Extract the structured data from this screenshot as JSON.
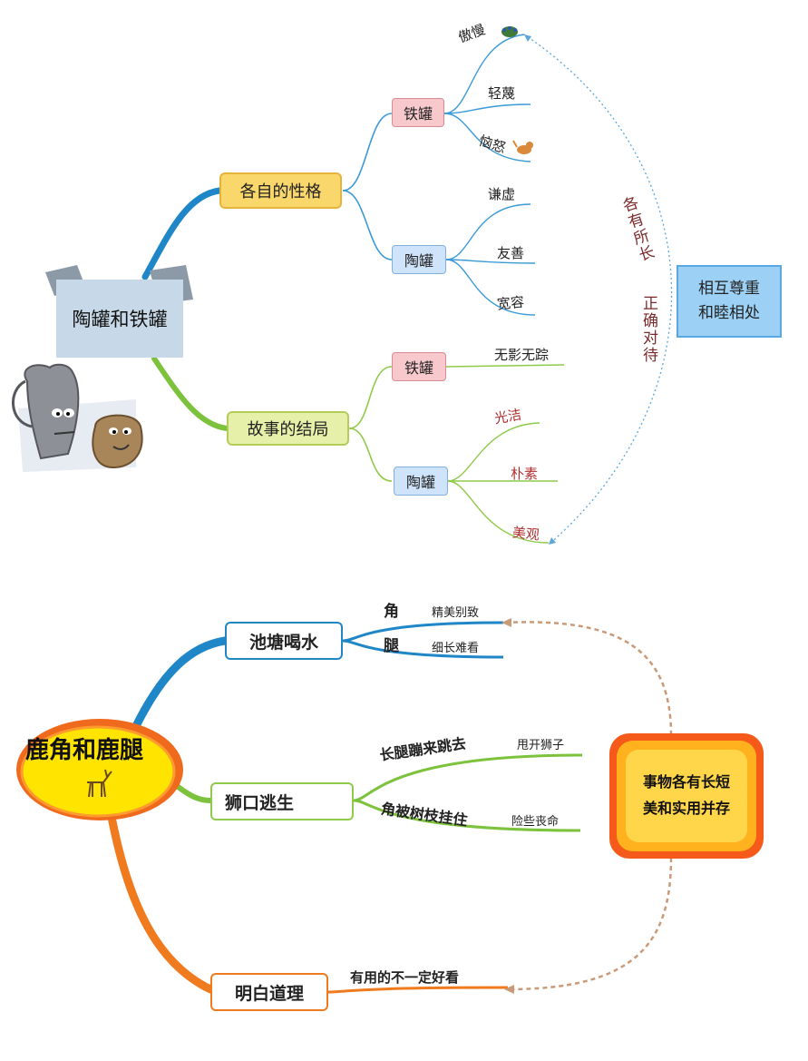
{
  "map1": {
    "center": "陶罐和铁罐",
    "branch1": {
      "title": "各自的性格",
      "iron": {
        "label": "铁罐",
        "traits": [
          "傲慢",
          "轻蔑",
          "恼怒"
        ]
      },
      "clay": {
        "label": "陶罐",
        "traits": [
          "谦虚",
          "友善",
          "宽容"
        ]
      }
    },
    "branch2": {
      "title": "故事的结局",
      "iron": {
        "label": "铁罐",
        "traits": [
          "无影无踪"
        ]
      },
      "clay": {
        "label": "陶罐",
        "traits": [
          "光洁",
          "朴素",
          "美观"
        ]
      }
    },
    "arc_label_1": "各有所长",
    "arc_label_2": "正确对待",
    "conclusion": "相互尊重\n和睦相处",
    "icons": [
      "peacock-icon",
      "cat-icon",
      "vases-illustration"
    ]
  },
  "map2": {
    "center": "鹿角和鹿腿",
    "branch1": {
      "title": "池塘喝水",
      "items": [
        {
          "label": "角",
          "detail": "精美别致"
        },
        {
          "label": "腿",
          "detail": "细长难看"
        }
      ]
    },
    "branch2": {
      "title": "狮口逃生",
      "items": [
        {
          "label": "长腿蹦来跳去",
          "detail": "甩开狮子"
        },
        {
          "label": "角被树枝挂住",
          "detail": "险些丧命"
        }
      ]
    },
    "branch3": {
      "title": "明白道理",
      "detail": "有用的不一定好看"
    },
    "conclusion": "事物各有长短\n美和实用并存",
    "icons": [
      "lion-icon",
      "deer-icon"
    ],
    "colors": {
      "blue": "#1f86c8",
      "green": "#7cc23c",
      "orange": "#f07a1e",
      "dashed": "#c99a78"
    }
  }
}
